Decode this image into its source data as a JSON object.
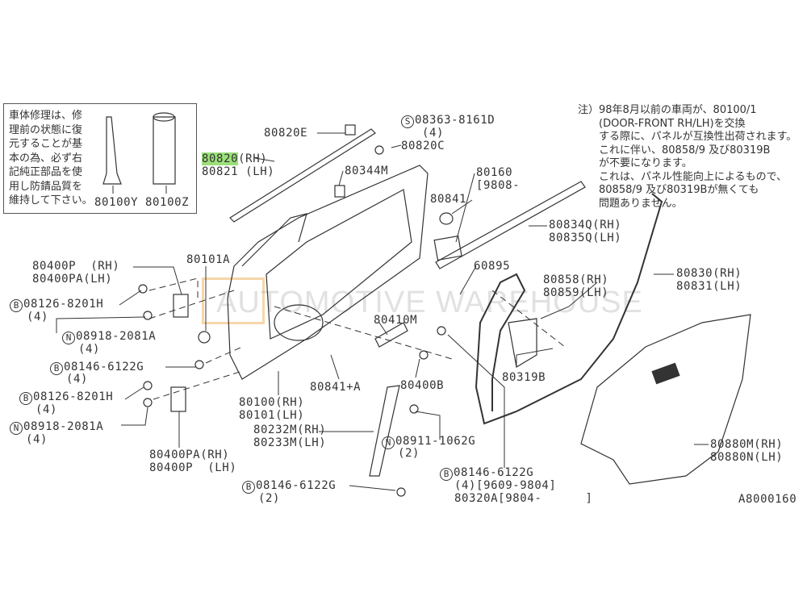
{
  "diagram_id": "A8000160",
  "watermark": "AUTOMOTIVE WAREHOUSE",
  "repair_box": {
    "text": "車体修理は、修\n理前の状態に復\n元することが基\n本の為、必ず右\n記純正部品を使\n用し防錆品質を\n維持して下さい。",
    "parts": [
      "80100Y",
      "80100Z"
    ]
  },
  "note": "注）98年8月以前の車両が、80100/1\n　　(DOOR-FRONT RH/LH)を交換\n　　する際に、パネルが互換性出荷されます。\n　　これに伴い、80858/9 及び80319B\n　　が不要になります。\n　　これは、パネル性能向上によるもので、\n　　80858/9 及び80319Bが無くても\n　　問題ありません。",
  "labels": {
    "l80820e": "80820E",
    "l08363": "08363-8161D",
    "l08363q": "(4)",
    "l08363p": "S",
    "l80820c": "80820C",
    "l80820": "80820",
    "l80820rh": "(RH)",
    "l80821": "80821 (LH)",
    "l80344m": "80344M",
    "l80160": "80160",
    "l80160d": "[9808-",
    "l80841": "80841",
    "l80834q": "80834Q(RH)",
    "l80835q": "80835Q(LH)",
    "l80101a": "80101A",
    "l80400p": "80400P  (RH)",
    "l80400pa": "80400PA(LH)",
    "l60895": "60895",
    "l80858": "80858(RH)",
    "l80859": "80859(LH)",
    "l80830": "80830(RH)",
    "l80831": "80831(LH)",
    "b1": "08126-8201H",
    "b1q": "(4)",
    "n1": "08918-2081A",
    "n1q": "(4)",
    "l80410m": "80410M",
    "b2": "08146-6122G",
    "b2q": "(4)",
    "l80319b": "80319B",
    "l80841a": "80841+A",
    "l80400b": "80400B",
    "b3": "08126-8201H",
    "b3q": "(4)",
    "l80100": "80100(RH)",
    "l80101": "80101(LH)",
    "n2": "08918-2081A",
    "n2q": "(4)",
    "l80232m": "80232M(RH)",
    "l80233m": "80233M(LH)",
    "n3": "08911-1062G",
    "n3q": "(2)",
    "l80880m": "80880M(RH)",
    "l80880n": "80880N(LH)",
    "l80400pa2": "80400PA(RH)",
    "l80400p2": "80400P  (LH)",
    "b4": "08146-6122G",
    "b4q": "(4)[9609-9804]",
    "l80320a": "80320A[9804-      ]",
    "b5": "08146-6122G",
    "b5q": "(2)",
    "prefix_b": "B",
    "prefix_n": "N"
  },
  "colors": {
    "highlight": "#9be07a",
    "line": "#333333"
  }
}
